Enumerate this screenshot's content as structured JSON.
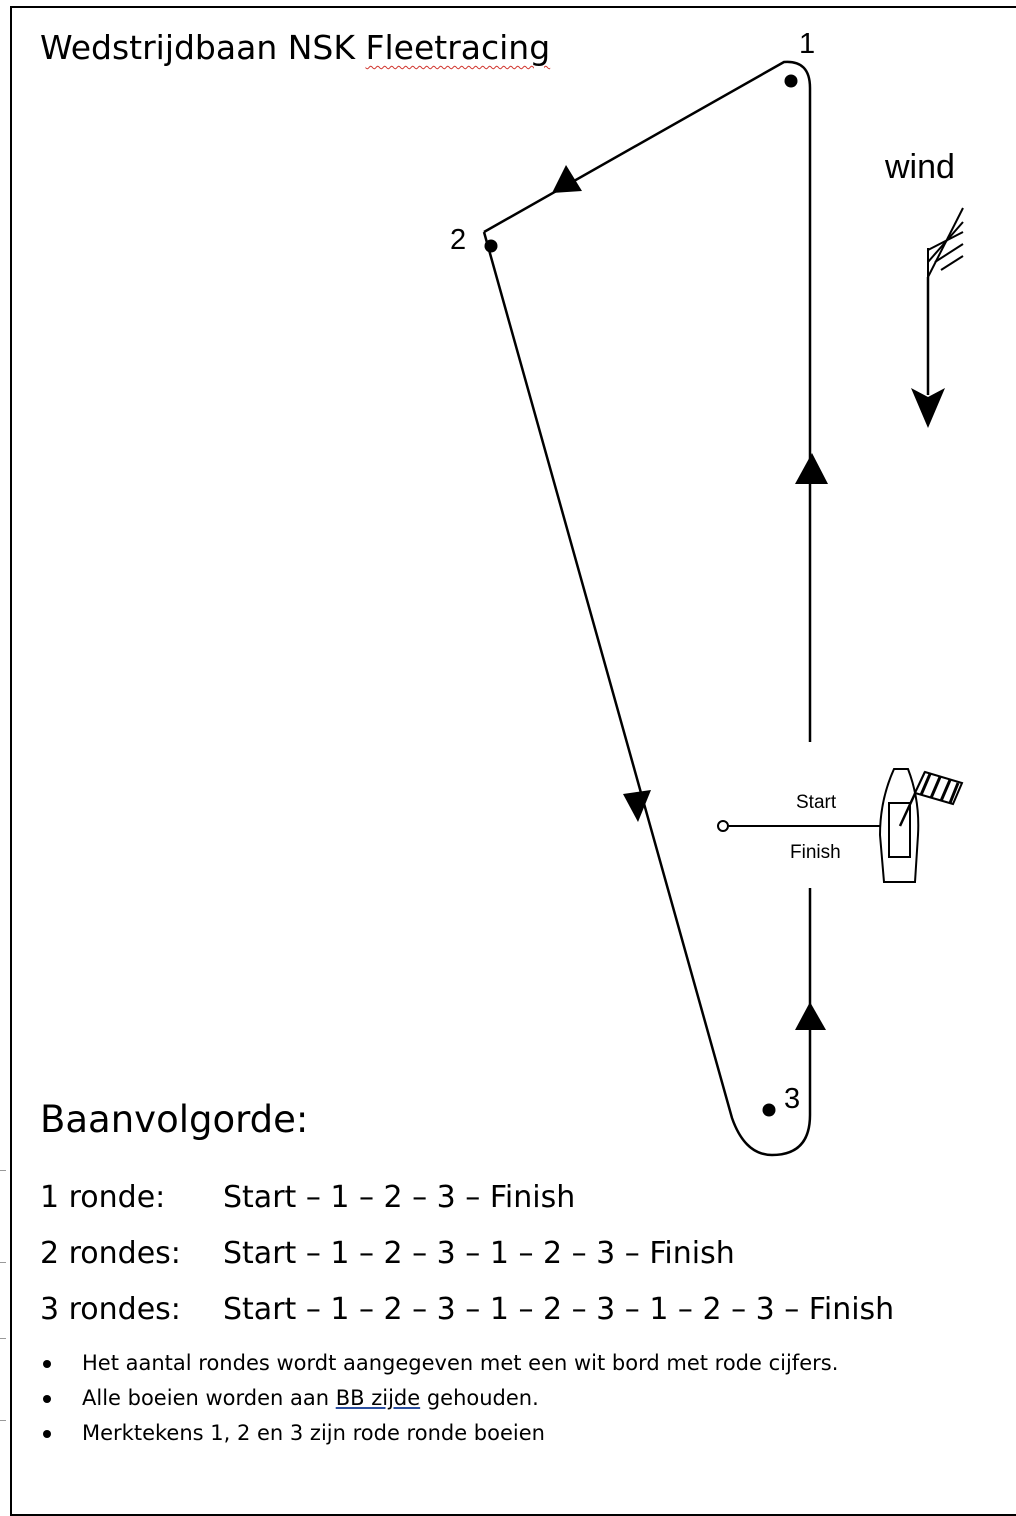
{
  "title": {
    "prefix": "Wedstrijdbaan NSK ",
    "highlighted": "Fleetracing"
  },
  "diagram": {
    "marks": [
      {
        "label": "1"
      },
      {
        "label": "2"
      },
      {
        "label": "3"
      }
    ],
    "wind_label": "wind",
    "start_label": "Start",
    "finish_label": "Finish"
  },
  "sequence": {
    "heading": "Baanvolgorde:",
    "rows": [
      {
        "label": "1 ronde:",
        "course": "Start – 1 – 2 – 3 – Finish"
      },
      {
        "label": "2 rondes:",
        "course": "Start – 1 – 2 – 3 – 1 – 2 – 3 – Finish"
      },
      {
        "label": "3 rondes:",
        "course": "Start – 1 – 2 – 3 – 1 – 2 – 3 – 1 – 2 – 3 – Finish"
      }
    ]
  },
  "notes": {
    "note1": "Het aantal rondes wordt aangegeven met een wit bord met rode cijfers.",
    "note2_before": "Alle boeien worden aan ",
    "note2_link": "BB zijde",
    "note2_after": " gehouden.",
    "note3": "Merktekens 1, 2 en 3 zijn rode ronde boeien"
  }
}
